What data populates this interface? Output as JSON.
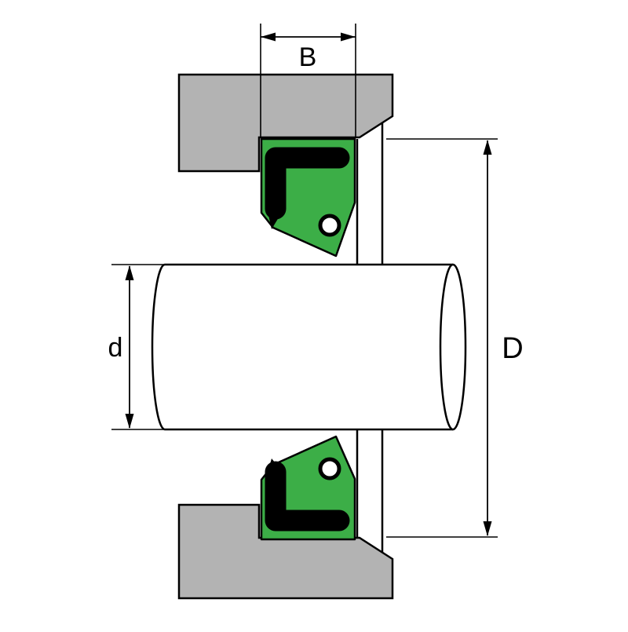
{
  "diagram": {
    "kind": "radial-shaft-seal-cross-section",
    "labels": {
      "seal_width": "B",
      "shaft_diameter": "d",
      "outer_diameter": "D"
    },
    "colors": {
      "background": "#ffffff",
      "housing_gray": "#b3b3b3",
      "seal_green": "#3cae47",
      "seal_case_black": "#000000",
      "shaft_white": "#ffffff",
      "line_black": "#000000"
    }
  }
}
